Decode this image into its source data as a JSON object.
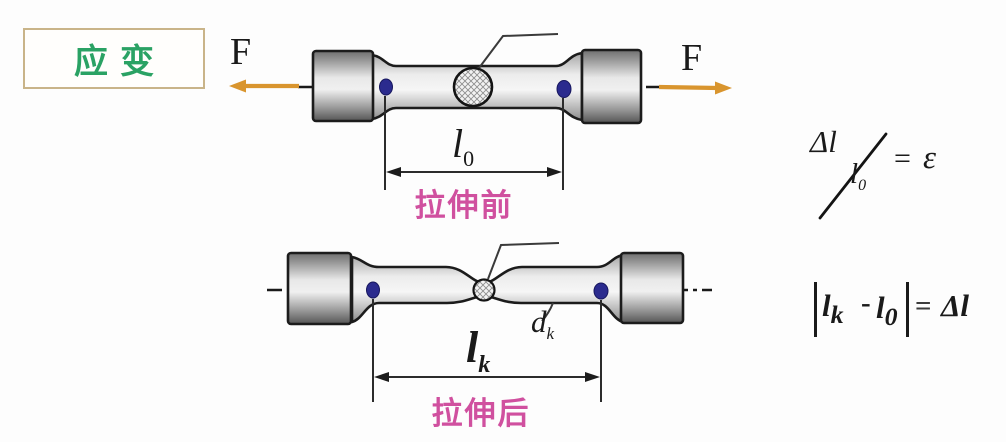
{
  "title_box": {
    "label": "应变"
  },
  "top_specimen": {
    "force_left_label": "F",
    "force_right_label": "F",
    "gauge": {
      "base": "l",
      "sub": "0"
    },
    "caption": "拉伸前"
  },
  "bottom_specimen": {
    "gauge": {
      "base": "l",
      "sub": "k"
    },
    "neck": {
      "base": "d",
      "sub": "k"
    },
    "caption": "拉伸后"
  },
  "formulas": {
    "strain": {
      "numerator": "Δl",
      "denominator_base": "l",
      "denominator_sub": "0",
      "equals": "=",
      "result": "ε",
      "text": "Δl/l₀ = ε"
    },
    "elongation": {
      "term1_base": "l",
      "term1_sub": "k",
      "minus": "-",
      "term2_base": "l",
      "term2_sub": "0",
      "equals": "=",
      "result": "Δl",
      "text": "|lₖ - l₀| = Δl"
    }
  },
  "colors": {
    "green": "#2aa264",
    "box_border": "#c9b489",
    "magenta": "#d0509f",
    "orange": "#d9952e",
    "navy": "#2b2b8e",
    "ink": "#1a1a1a",
    "leader": "#3a3a3a"
  }
}
